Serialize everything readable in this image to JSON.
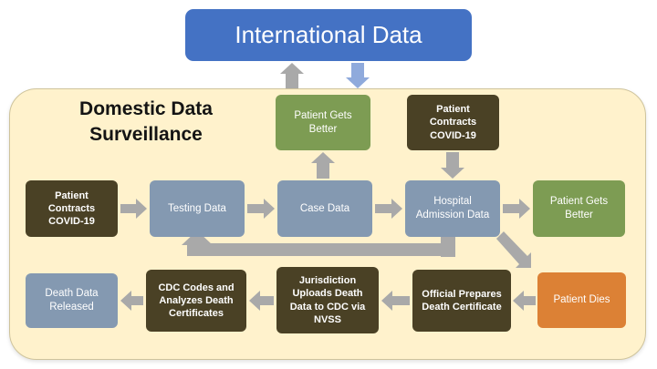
{
  "international": {
    "label": "International Data"
  },
  "domestic": {
    "title": "Domestic Data\nSurveillance"
  },
  "nodes": {
    "contracts": {
      "label": "Patient Contracts COVID-19"
    },
    "testing": {
      "label": "Testing Data"
    },
    "case": {
      "label": "Case Data"
    },
    "hospital": {
      "label": "Hospital Admission Data"
    },
    "better_right": {
      "label": "Patient Gets Better"
    },
    "top_green": {
      "label": "Patient Gets Better"
    },
    "top_dark": {
      "label": "Patient Contracts COVID-19"
    },
    "death_released": {
      "label": "Death Data Released"
    },
    "cdc_codes": {
      "label": "CDC Codes and Analyzes Death Certificates"
    },
    "jurisdiction": {
      "label": "Jurisdiction Uploads Death Data to CDC via NVSS"
    },
    "official": {
      "label": "Official Prepares Death Certificate"
    },
    "dies": {
      "label": "Patient Dies"
    }
  },
  "edges": [
    "domestic -> international (up arrow)",
    "international -> domestic (down arrow)",
    "contracts -> testing",
    "testing -> case",
    "case -> hospital",
    "hospital -> better_right",
    "case -> top_green",
    "top_dark -> hospital",
    "hospital -> testing (elbow loop)",
    "hospital -> dies (diagonal)",
    "dies -> official",
    "official -> jurisdiction",
    "jurisdiction -> cdc_codes",
    "cdc_codes -> death_released"
  ],
  "colors": {
    "international_blue": "#4472C4",
    "domestic_bg": "#FFF2CC",
    "box_blue": "#8499B1",
    "box_dark": "#4A4125",
    "box_green": "#7D9C53",
    "box_orange": "#DC8135",
    "arrow_gray": "#A9A9A9",
    "arrow_blue": "#8FAADC",
    "text_light": "#FFFFFF",
    "title_dark": "#141414"
  }
}
